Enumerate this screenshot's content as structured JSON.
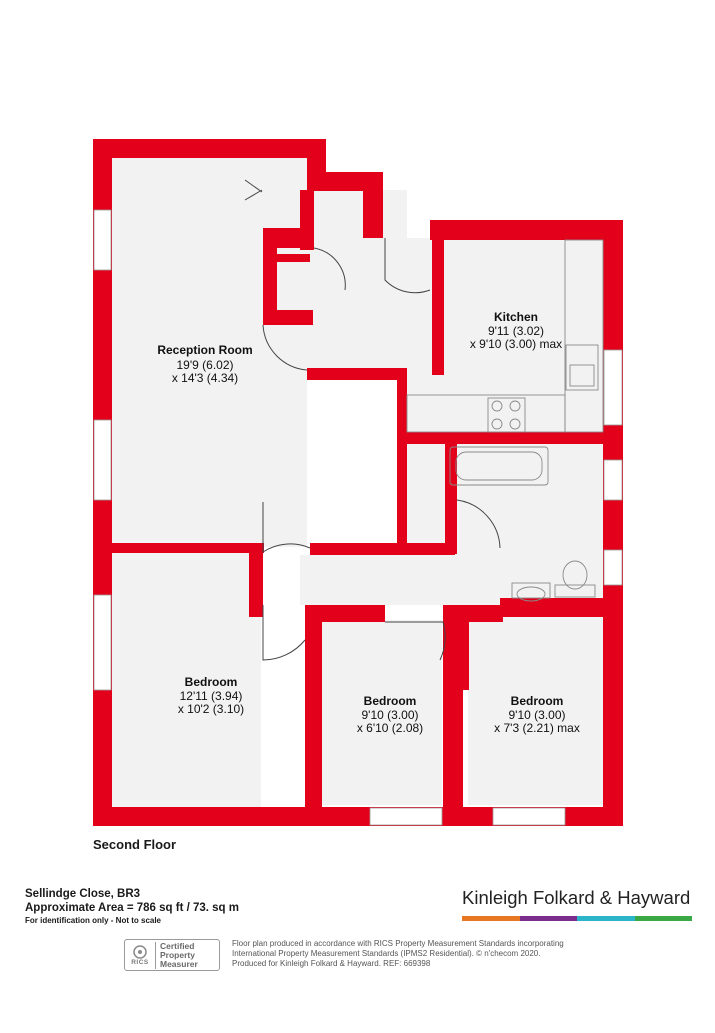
{
  "rooms": [
    {
      "name": "Reception Room",
      "dims1": "19'9 (6.02)",
      "dims2": "x 14'3 (4.34)"
    },
    {
      "name": "Kitchen",
      "dims1": "9'11 (3.02)",
      "dims2": "x 9'10 (3.00) max"
    },
    {
      "name": "Bedroom",
      "dims1": "12'11 (3.94)",
      "dims2": "x 10'2 (3.10)"
    },
    {
      "name": "Bedroom",
      "dims1": "9'10 (3.00)",
      "dims2": "x 6'10 (2.08)"
    },
    {
      "name": "Bedroom",
      "dims1": "9'10 (3.00)",
      "dims2": "x 7'3 (2.21) max"
    }
  ],
  "floor_label": "Second Floor",
  "address": "Sellindge Close, BR3",
  "area": "Approximate Area = 786 sq ft / 73. sq m",
  "note": "For identification only - Not to scale",
  "brand": {
    "name": "Kinleigh Folkard & Hayward",
    "bar_colors": [
      "#e87722",
      "#7b2d8e",
      "#2bb5c9",
      "#3aa845"
    ]
  },
  "rics": {
    "logo_text": "RICS",
    "badge_text": [
      "Certified",
      "Property",
      "Measurer"
    ]
  },
  "disclaimer": [
    "Floor plan produced in accordance with RICS Property Measurement Standards incorporating",
    "International Property Measurement Standards (IPMS2 Residential).  © n'checom 2020.",
    "Produced for Kinleigh Folkard & Hayward.   REF: 669398"
  ],
  "colors": {
    "wall": "#e2001a",
    "floor": "#f2f2f2",
    "fixture": "#8a8a8a"
  }
}
